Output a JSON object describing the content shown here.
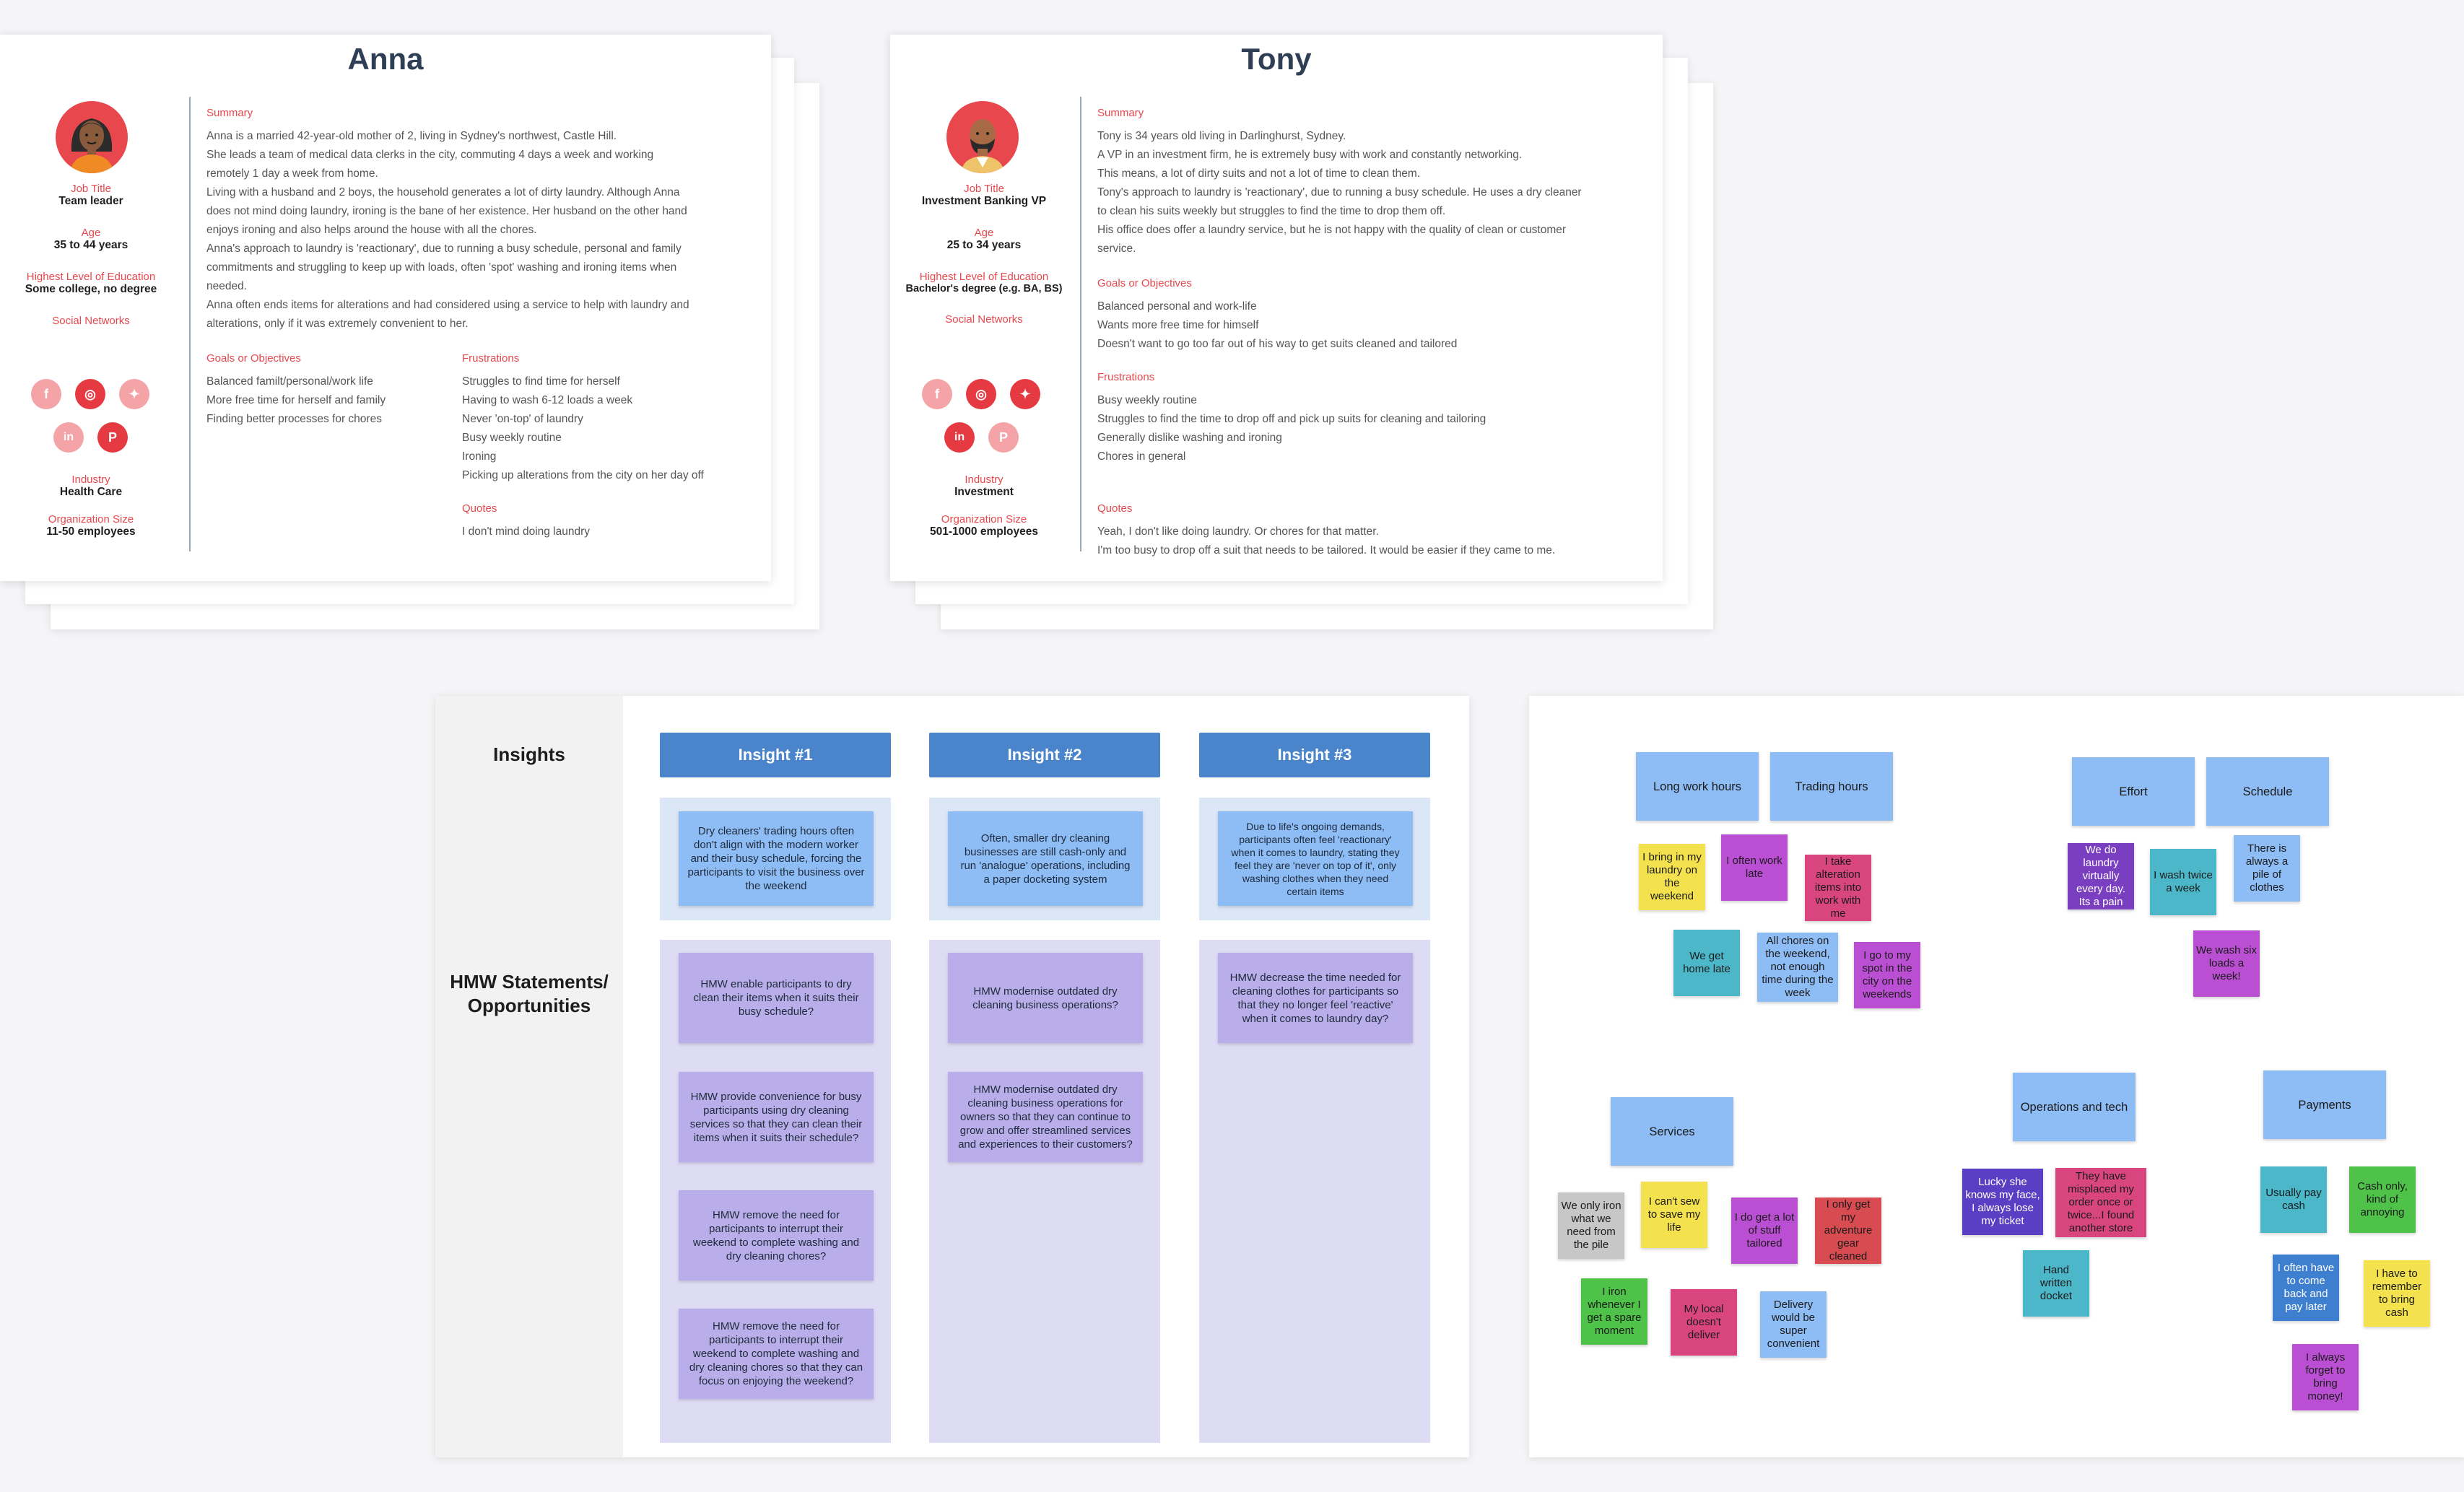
{
  "colors": {
    "accent_red": "#e8484d",
    "insight_header": "#4a85cb",
    "insight_note": "#8ebcf5",
    "hmw_note": "#b9aeea"
  },
  "personas": {
    "anna": {
      "name": "Anna",
      "job_title_label": "Job Title",
      "job_title": "Team leader",
      "age_label": "Age",
      "age": "35 to 44 years",
      "education_label": "Highest Level of Education",
      "education": "Some college, no degree",
      "social_label": "Social Networks",
      "industry_label": "Industry",
      "industry": "Health Care",
      "org_size_label": "Organization Size",
      "org_size": "11-50 employees",
      "summary_label": "Summary",
      "summary": [
        "Anna is a married 42-year-old mother of 2, living in Sydney's northwest, Castle Hill.",
        "She leads a team of medical data clerks in the city, commuting 4 days a week and working",
        "remotely 1 day a week from home.",
        "Living with a husband and 2 boys, the household generates a lot of dirty laundry. Although Anna",
        "does not mind doing laundry, ironing is the bane of her existence. Her husband on the other hand",
        "enjoys ironing and also helps around the house with all the chores.",
        "Anna's approach to laundry is 'reactionary', due to running a busy schedule, personal and family",
        "commitments and struggling to keep up with loads, often 'spot' washing and ironing items when",
        "needed.",
        "Anna often ends items for alterations and had considered using a service to help with laundry and",
        "alterations, only if it was extremely convenient to her."
      ],
      "goals_label": "Goals or Objectives",
      "goals": [
        "Balanced familt/personal/work life",
        "More free time for herself and family",
        "Finding better processes for chores"
      ],
      "frustrations_label": "Frustrations",
      "frustrations": [
        "Struggles to find time for herself",
        "Having to wash 6-12 loads a week",
        "Never 'on-top' of laundry",
        "Busy weekly routine",
        "Ironing",
        "Picking up alterations from the city on her day off"
      ],
      "quotes_label": "Quotes",
      "quotes": [
        "I don't mind doing laundry"
      ]
    },
    "tony": {
      "name": "Tony",
      "job_title_label": "Job Title",
      "job_title": "Investment Banking VP",
      "age_label": "Age",
      "age": "25 to 34 years",
      "education_label": "Highest Level of Education",
      "education": "Bachelor's degree (e.g. BA, BS)",
      "social_label": "Social Networks",
      "industry_label": "Industry",
      "industry": "Investment",
      "org_size_label": "Organization Size",
      "org_size": "501-1000 employees",
      "summary_label": "Summary",
      "summary": [
        "Tony is 34 years old living in Darlinghurst, Sydney.",
        "A VP in an investment firm, he is extremely busy with work and constantly networking.",
        "This means, a lot of dirty suits and not a lot of time to clean them.",
        "Tony's approach to laundry is 'reactionary', due to running a busy schedule. He uses a dry cleaner",
        "to clean his suits weekly but struggles to find the time to drop them off.",
        "His office does offer a laundry service, but he is not happy with the quality of clean or customer",
        "service."
      ],
      "goals_label": "Goals or Objectives",
      "goals": [
        "Balanced personal and work-life",
        "Wants more free time for himself",
        "Doesn't want to go too far out of his way to get suits cleaned and tailored"
      ],
      "frustrations_label": "Frustrations",
      "frustrations": [
        "Busy weekly routine",
        "Struggles to find the time to drop off and pick up suits for cleaning and tailoring",
        "Generally dislike washing and ironing",
        "Chores in general"
      ],
      "quotes_label": "Quotes",
      "quotes": [
        "Yeah, I don't like doing laundry. Or chores for that matter.",
        "I'm too busy to drop off a suit that needs to be tailored. It would be easier if they came to me."
      ]
    }
  },
  "social_icons": [
    {
      "icon": "facebook-icon",
      "glyph": "f"
    },
    {
      "icon": "instagram-icon",
      "glyph": "◎"
    },
    {
      "icon": "twitter-icon",
      "glyph": "✦"
    },
    {
      "icon": "linkedin-icon",
      "glyph": "in"
    },
    {
      "icon": "pinterest-icon",
      "glyph": "P"
    }
  ],
  "insights_board": {
    "insights_label": "Insights",
    "hmw_label_line1": "HMW Statements/",
    "hmw_label_line2": "Opportunities",
    "columns": [
      {
        "header": "Insight #1",
        "insight": "Dry cleaners' trading hours often don't align with the modern worker and their busy schedule, forcing the participants to visit the business over the weekend",
        "hmw": [
          "HMW enable participants to dry clean their items when it suits their busy schedule?",
          "HMW provide convenience for busy participants using dry cleaning services so that they can clean their items when it suits their schedule?",
          "HMW remove the need for participants to interrupt their weekend to complete washing and dry cleaning chores?",
          "HMW remove the need for participants to interrupt their weekend to complete washing and dry cleaning chores so that they can focus on enjoying the weekend?"
        ]
      },
      {
        "header": "Insight #2",
        "insight": "Often, smaller dry cleaning businesses are still cash-only and run 'analogue' operations, including a paper docketing system",
        "hmw": [
          "HMW modernise outdated dry cleaning business operations?",
          "HMW modernise outdated dry cleaning business operations for owners so that they can continue to grow and offer streamlined services and experiences to their customers?"
        ]
      },
      {
        "header": "Insight #3",
        "insight": "Due to life's ongoing demands, participants often feel 'reactionary' when it comes to laundry, stating they feel they are 'never on top of it', only washing clothes when they need certain items",
        "hmw": [
          "HMW decrease the time needed for cleaning clothes for participants so that they no longer feel 'reactive' when it comes to laundry day?"
        ]
      }
    ]
  },
  "affinity": {
    "long_work_hours": "Long work hours",
    "trading_hours": "Trading hours",
    "effort": "Effort",
    "schedule": "Schedule",
    "services": "Services",
    "operations": "Operations and tech",
    "payments": "Payments",
    "n1": "I bring in my laundry on the weekend",
    "n2": "I often work late",
    "n3": "I take alteration items into work with me",
    "n4": "We get home late",
    "n5": "All chores on the weekend, not enough time during the week",
    "n6": "I go to my spot in the city on the weekends",
    "n7": "We do laundry virtually every day. Its a pain",
    "n8": "I wash twice a week",
    "n9": "There is always a pile of clothes",
    "n10": "We wash six loads a week!",
    "n11": "We only iron what we need from the pile",
    "n12": "I can't sew to save my life",
    "n13": "I do get a lot of stuff tailored",
    "n14": "I only get my adventure gear cleaned",
    "n15": "I iron whenever I get a spare moment",
    "n16": "My local doesn't deliver",
    "n17": "Delivery would be super convenient",
    "n18": "Lucky she knows my face, I always lose my ticket",
    "n19": "They have misplaced my order once or twice...I found another store",
    "n20": "Hand written docket",
    "n21": "Usually pay cash",
    "n22": "Cash only, kind of annoying",
    "n23": "I often have to come back and pay later",
    "n24": "I have to remember to bring cash",
    "n25": "I always forget to bring money!"
  }
}
